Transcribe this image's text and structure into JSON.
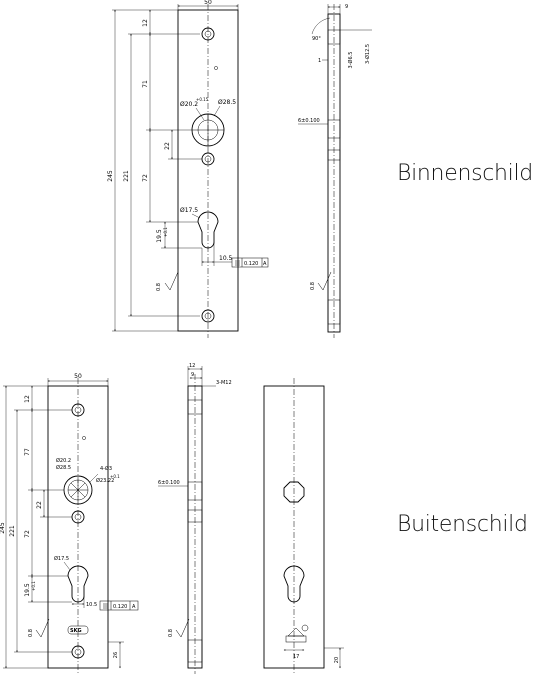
{
  "labels": {
    "inner": "Binnenschild",
    "outer": "Buitenschild"
  },
  "top": {
    "width": "50",
    "height_total": "245",
    "height_inner": "221",
    "d_12": "12",
    "d_71": "71",
    "d_72": "72",
    "d_22": "22",
    "d_19_5": "19.5",
    "tol_19_5": "+0.1",
    "d_10_5": "10.5",
    "d_20": "Ø20.2",
    "tol_20": "+0.15",
    "d_28_5": "Ø28.5",
    "d_17_5": "Ø17.5",
    "tolerance": "0.120",
    "datum": "A",
    "roughness": "0.8",
    "side_9": "9",
    "side_1": "1",
    "side_angle": "90°",
    "side_m": "3-Ø6.5",
    "side_m2": "3-Ø12.5",
    "side_6": "6±0.100",
    "side_rough": "0.8"
  },
  "bottom": {
    "width": "50",
    "height_total": "245",
    "height_inner": "221",
    "d_12": "12",
    "d_77": "77",
    "d_72": "72",
    "d_22": "22",
    "d_19_5": "19.5",
    "tol_19_5": "+0.1",
    "d_10_5": "10.5",
    "d_20": "Ø20.2",
    "d_28_5": "Ø28.5",
    "d_23": "Ø23.22",
    "tol_23": "+0.1",
    "d_m": "4-Ø3",
    "d_17_5": "Ø17.5",
    "d_26": "26",
    "tolerance": "0.120",
    "datum": "A",
    "roughness": "0.8",
    "side_12": "12",
    "side_9": "9",
    "side_m": "3-M12",
    "side_6": "6±0.100",
    "side_rough": "0.8",
    "back_17": "17",
    "back_20": "20",
    "logo": "SKG"
  }
}
